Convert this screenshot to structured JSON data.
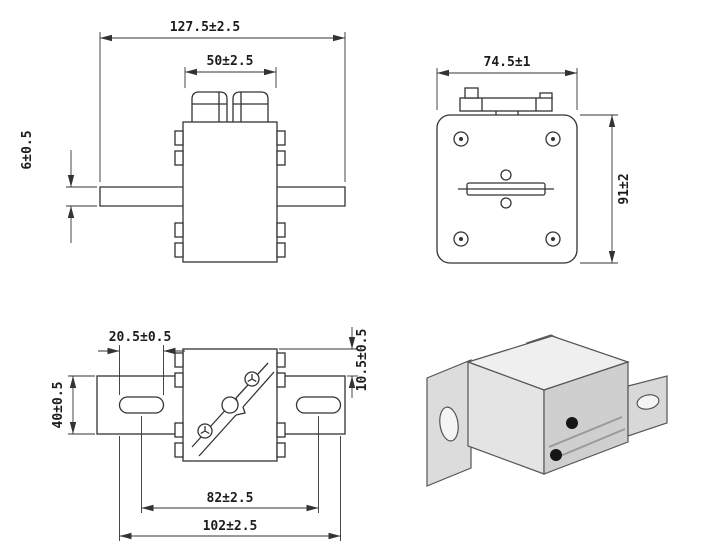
{
  "drawing": {
    "background": "#ffffff",
    "line_color": "#333333",
    "views": {
      "front": {
        "overall_width": "127.5±2.5",
        "contact_width": "50±2.5",
        "blade_thickness": "6±0.5"
      },
      "rear": {
        "plate_width": "74.5±1",
        "plate_height": "91±2"
      },
      "top": {
        "slot_length": "20.5±0.5",
        "body_protrusion": "10.5±0.5",
        "bracket_width": "40±0.5",
        "slot_center_spacing": "82±2.5",
        "slot_outer_spacing": "102±2.5"
      }
    }
  }
}
